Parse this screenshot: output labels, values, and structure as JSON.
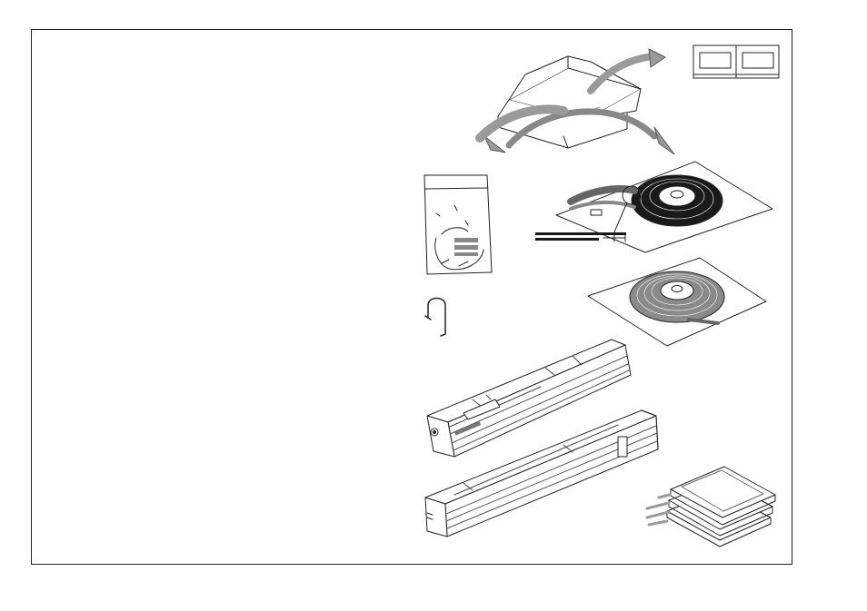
{
  "page": {
    "description_column": ""
  },
  "illustrations": [
    {
      "name": "shipping-box-unpack"
    },
    {
      "name": "instruction-booklet"
    },
    {
      "name": "parts-bag"
    },
    {
      "name": "hook-clip"
    },
    {
      "name": "cable-reel-black"
    },
    {
      "name": "cable-reel-grey"
    },
    {
      "name": "rail-unit-front"
    },
    {
      "name": "rail-unit-rear"
    },
    {
      "name": "panel-stack"
    }
  ],
  "colors": {
    "line": "#222222",
    "arrow_fill": "#9a9a9a",
    "dark_fill": "#1a1a1a",
    "grey_fill": "#8a8a8a",
    "paper": "#ffffff"
  }
}
